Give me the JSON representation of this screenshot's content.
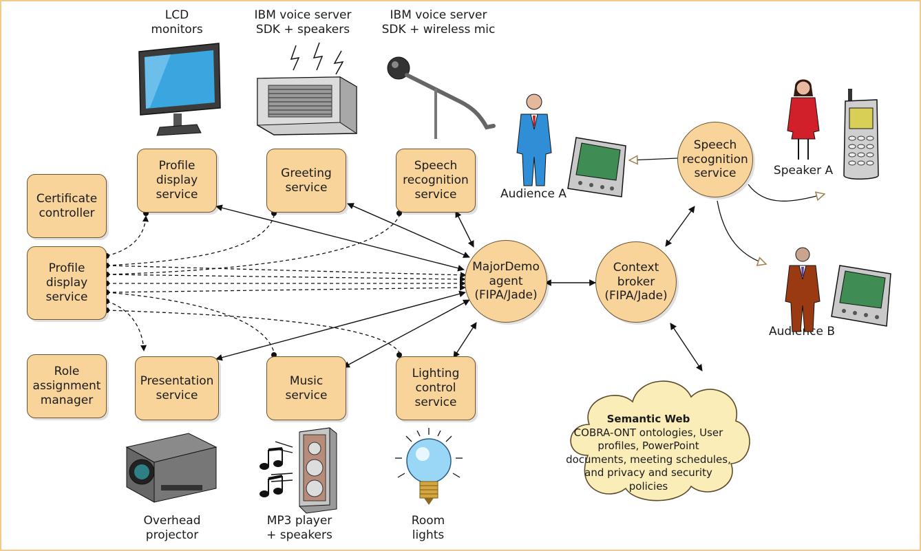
{
  "colors": {
    "node_fill": "#f8d49a",
    "node_stroke": "#6b5230",
    "frame": "#f2c98e",
    "cloud_fill": "#faedb8"
  },
  "devices": {
    "lcd": "LCD\nmonitors",
    "ibm_speakers": "IBM voice server\nSDK + speakers",
    "ibm_mic": "IBM voice server\nSDK + wireless mic",
    "projector": "Overhead\nprojector",
    "mp3": "MP3 player\n+ speakers",
    "lights": "Room\nlights"
  },
  "services": {
    "profile_display_top": "Profile display service",
    "greeting": "Greeting service",
    "speech_recognition_left": "Speech recognition service",
    "certificate_controller": "Certificate controller",
    "profile_display_left": "Profile display service",
    "role_assignment": "Role assignment manager",
    "presentation": "Presentation service",
    "music": "Music service",
    "lighting": "Lighting control service"
  },
  "agents": {
    "majordemo": "MajorDemo agent (FIPA/Jade)",
    "context_broker": "Context broker (FIPA/Jade)",
    "speech_recognition_right": "Speech recognition service"
  },
  "people": {
    "audience_a": "Audience A",
    "speaker_a": "Speaker A",
    "audience_b": "Audience B"
  },
  "semantic_web": {
    "title": "Semantic Web",
    "body": "COBRA-ONT ontologies, User profiles, PowerPoint documents, meeting schedules, and privacy and security policies"
  },
  "icons": [
    "lcd-monitor-icon",
    "speaker-box-icon",
    "microphone-icon",
    "projector-icon",
    "loudspeaker-icon",
    "music-notes-icon",
    "light-bulb-icon",
    "person-icon",
    "pda-icon",
    "cell-phone-icon",
    "cloud-icon"
  ]
}
